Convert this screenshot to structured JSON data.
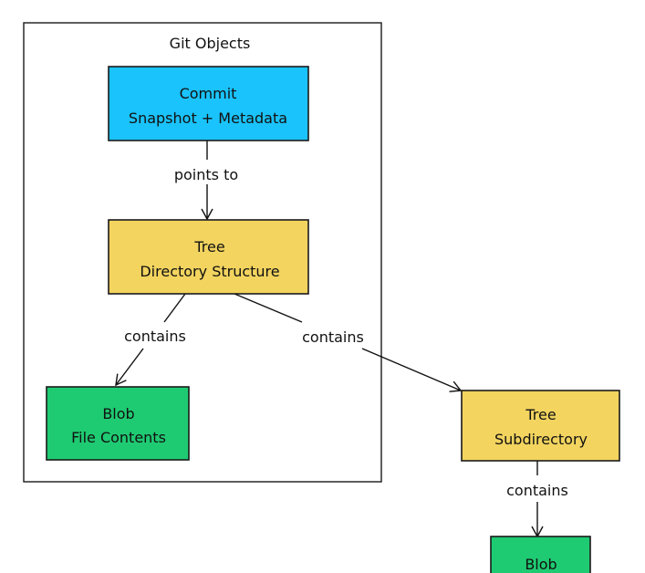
{
  "cluster": {
    "label": "Git Objects"
  },
  "colors": {
    "commit": "#1ac3fb",
    "tree": "#f2d45f",
    "blob": "#1fcb72"
  },
  "nodes": [
    {
      "id": "commit",
      "type": "commit",
      "lines": [
        "Commit",
        "Snapshot + Metadata"
      ]
    },
    {
      "id": "tree-root",
      "type": "tree",
      "lines": [
        "Tree",
        "Directory Structure"
      ]
    },
    {
      "id": "blob-file",
      "type": "blob",
      "lines": [
        "Blob",
        "File Contents"
      ]
    },
    {
      "id": "tree-sub",
      "type": "tree",
      "lines": [
        "Tree",
        "Subdirectory"
      ]
    },
    {
      "id": "blob-sub",
      "type": "blob",
      "lines": [
        "Blob"
      ]
    }
  ],
  "edges": [
    {
      "from": "commit",
      "to": "tree-root",
      "label": "points to"
    },
    {
      "from": "tree-root",
      "to": "blob-file",
      "label": "contains"
    },
    {
      "from": "tree-root",
      "to": "tree-sub",
      "label": "contains"
    },
    {
      "from": "tree-sub",
      "to": "blob-sub",
      "label": "contains"
    }
  ]
}
